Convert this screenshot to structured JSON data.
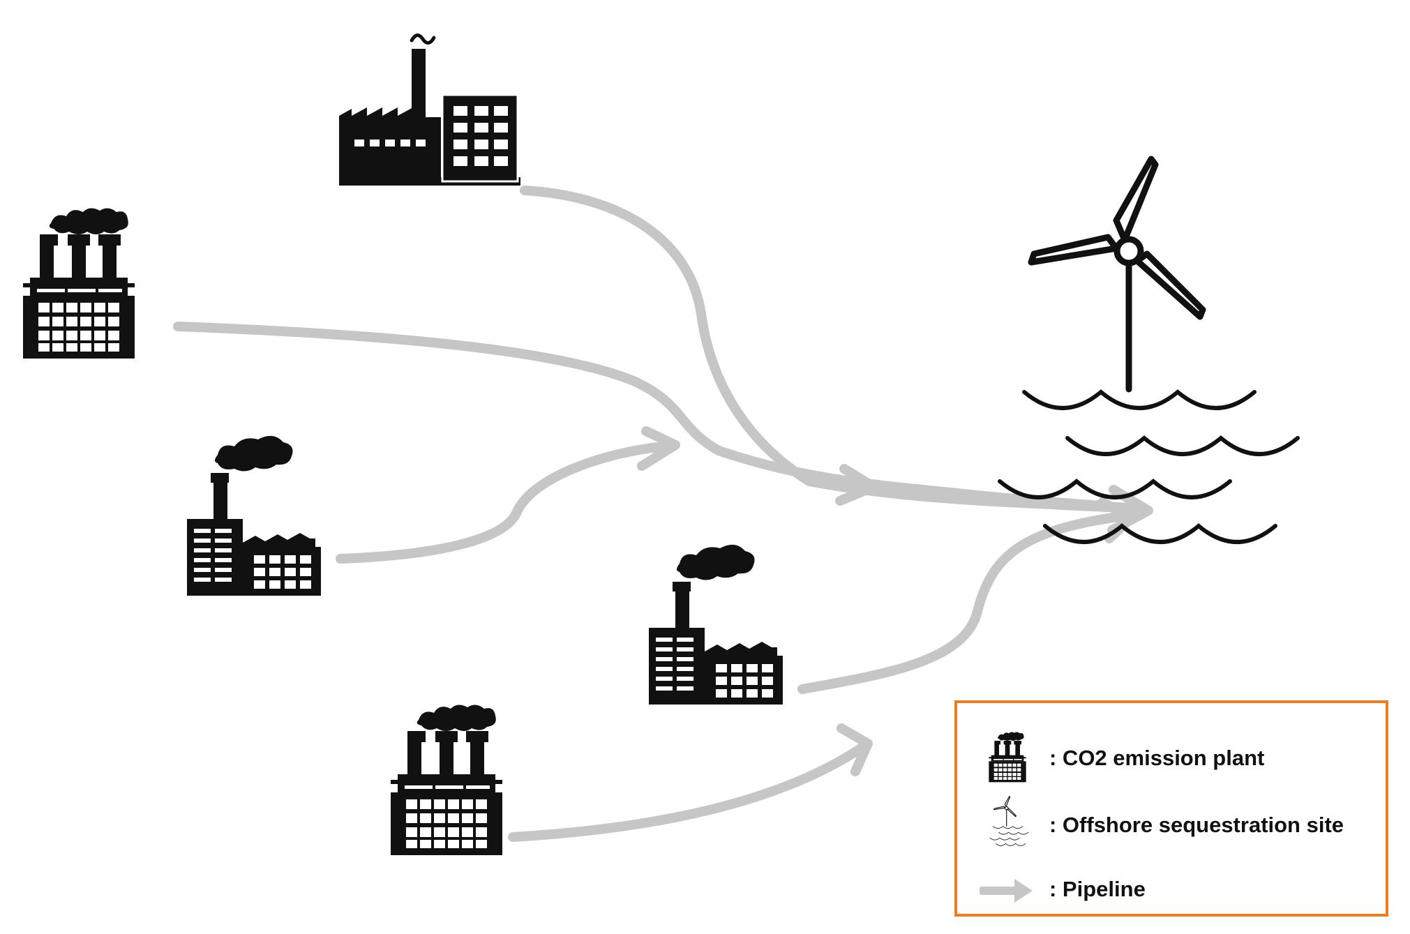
{
  "colors": {
    "pipeline": "#c6c6c6",
    "icon": "#111111",
    "legend_border": "#f07c22"
  },
  "nodes": {
    "plants": [
      {
        "icon": "factory-icon"
      },
      {
        "icon": "factory-icon"
      },
      {
        "icon": "factory-icon"
      },
      {
        "icon": "factory-icon"
      },
      {
        "icon": "factory-icon"
      }
    ],
    "site": {
      "icon": "wind-turbine-water-icon"
    }
  },
  "legend": {
    "items": [
      {
        "icon": "factory-icon",
        "label": ": CO2 emission plant"
      },
      {
        "icon": "wind-turbine-water-icon",
        "label": ": Offshore sequestration site"
      },
      {
        "icon": "arrow-icon",
        "label": ": Pipeline"
      }
    ]
  }
}
